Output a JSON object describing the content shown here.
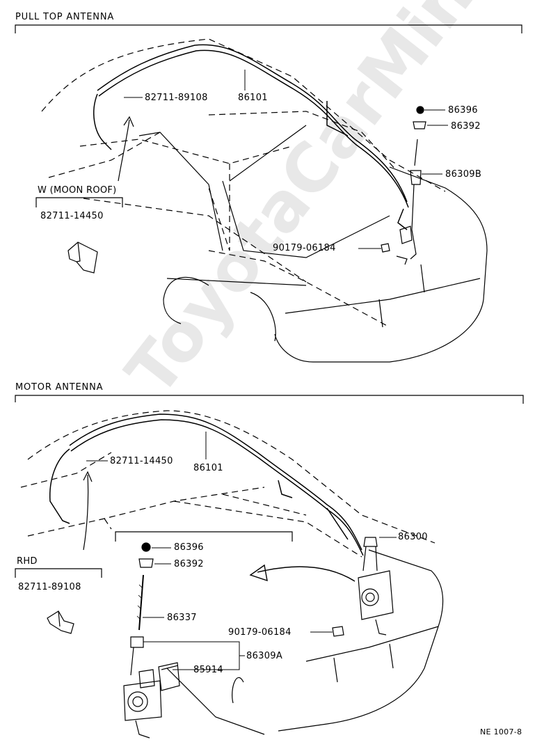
{
  "watermark": "ToyotaCarMine.ru",
  "sections": {
    "top": {
      "title": "PULL TOP ANTENNA",
      "variant_label": "W (MOON ROOF)",
      "variant_part": "82711-14450",
      "parts": {
        "cable_clip": "82711-89108",
        "cable": "86101",
        "nut": "86396",
        "bezel": "86392",
        "antenna": "86309B",
        "bolt": "90179-06184"
      }
    },
    "bottom": {
      "title": "MOTOR ANTENNA",
      "variant_label": "RHD",
      "variant_part": "82711-89108",
      "parts": {
        "cable_clip": "82711-14450",
        "cable": "86101",
        "motor_antenna": "86300",
        "nut": "86396",
        "bezel": "86392",
        "mast": "86337",
        "bolt": "90179-06184",
        "assembly": "86309A",
        "relay": "85914"
      }
    }
  },
  "footer": {
    "code": "NE 1007-8"
  }
}
